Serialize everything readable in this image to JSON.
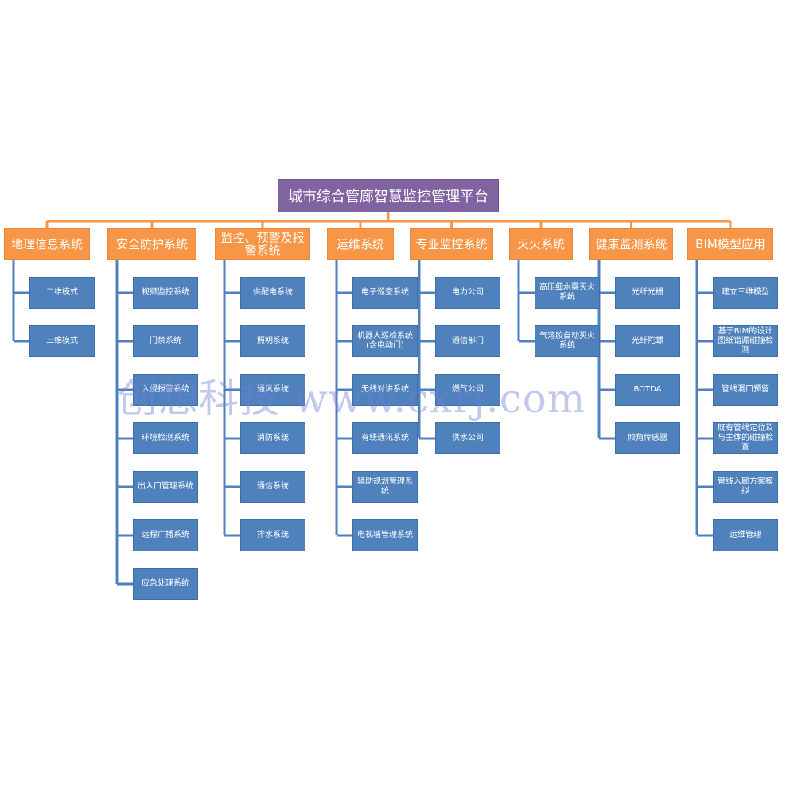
{
  "title": "城市综合管廊智慧监控管理平台",
  "colors": {
    "root": "#8064a2",
    "category": "#f79646",
    "item": "#4f81bd",
    "connector": "#f79646",
    "sub_connector": "#4f81bd"
  },
  "categories": [
    {
      "label": "地理信息系统",
      "items": [
        "二维模式",
        "三维模式"
      ]
    },
    {
      "label": "安全防护系统",
      "items": [
        "视频监控系统",
        "门禁系统",
        "入侵报警系统",
        "环境检测系统",
        "出入口管理系统",
        "远程广播系统",
        "应急处理系统"
      ]
    },
    {
      "label": "监控、预警及报警系统",
      "items": [
        "供配电系统",
        "照明系统",
        "通风系统",
        "消防系统",
        "通信系统",
        "排水系统"
      ]
    },
    {
      "label": "运维系统",
      "items": [
        "电子巡查系统",
        "机器人巡检系统(含电动门)",
        "无线对讲系统",
        "有线通讯系统",
        "辅助规划管理系统",
        "电视墙管理系统"
      ]
    },
    {
      "label": "专业监控系统",
      "items": [
        "电力公司",
        "通信部门",
        "燃气公司",
        "供水公司"
      ]
    },
    {
      "label": "灭火系统",
      "items": [
        "高压细水雾灭火系统",
        "气溶胶自动灭火系统"
      ]
    },
    {
      "label": "健康监测系统",
      "items": [
        "光纤光栅",
        "光纤陀螺",
        "BOTDA",
        "倾角传感器"
      ]
    },
    {
      "label": "BIM模型应用",
      "items": [
        "建立三维模型",
        "基于BIM的设计图纸错漏碰撞检测",
        "管线洞口预留",
        "既有管线定位及与主体的碰撞检查",
        "管线入廊方案模拟",
        "运维管理"
      ]
    }
  ],
  "watermark": "创想科技 www.cxrj.com"
}
